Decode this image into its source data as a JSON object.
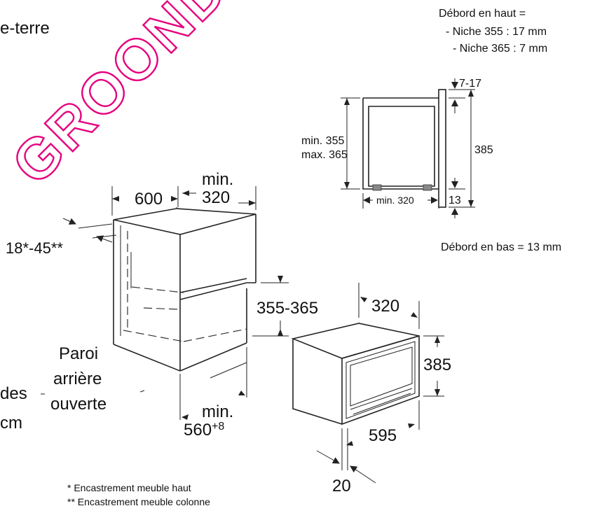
{
  "colors": {
    "watermark": "#e6007e",
    "line": "#222222",
    "text": "#111111"
  },
  "cut_text": {
    "top_left": "e-terre",
    "mid_left": "des",
    "bottom_left": "cm"
  },
  "watermark": {
    "text": "GROONDE"
  },
  "note_top": {
    "heading": "Débord en haut =",
    "line1": "- Niche 355 : 17 mm",
    "line2": "- Niche 365 : 7 mm"
  },
  "note_bottom": "Débord en bas = 13 mm",
  "section_view": {
    "top_gap": "7-17",
    "niche_min": "min.  355",
    "niche_max": "max. 365",
    "height": "385",
    "depth_min": "min. 320",
    "bottom_gap": "13"
  },
  "cabinet": {
    "width": "600",
    "depth_min_label": "min.",
    "depth_min_value": "320",
    "panel_thickness": "18*-45**",
    "niche_height": "355-365",
    "back_wall": {
      "line1": "Paroi",
      "line2": "arrière",
      "line3": "ouverte"
    },
    "bottom_min_label": "min.",
    "bottom_min_value": "560",
    "bottom_min_sup": "+8"
  },
  "appliance": {
    "depth": "320",
    "height": "385",
    "width": "595",
    "front_offset": "20"
  },
  "footnotes": {
    "single": "*  Encastrement meuble haut",
    "double": "** Encastrement meuble colonne"
  }
}
